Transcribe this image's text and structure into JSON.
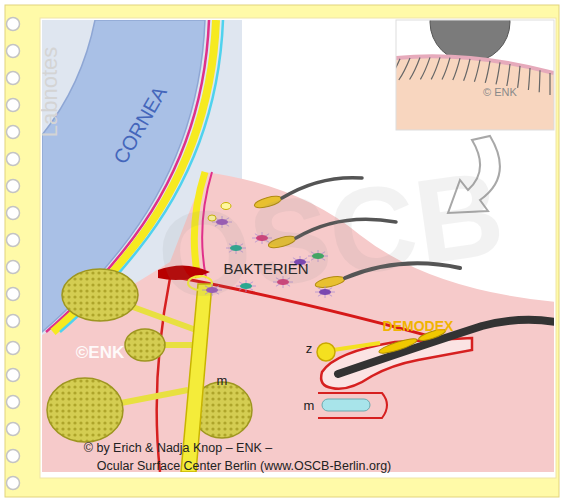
{
  "diagram": {
    "labels": [
      "Labnotes",
      "CORNEA",
      "BAKTERIEN",
      "DEMODEX",
      "z",
      "m",
      "©ENK",
      "m",
      "© ENK",
      "OSCB",
      "© by Erich & Nadja Knop – ENK –",
      "Ocular Surface Center Berlin (www.OSCB-Berlin.org)"
    ]
  }
}
